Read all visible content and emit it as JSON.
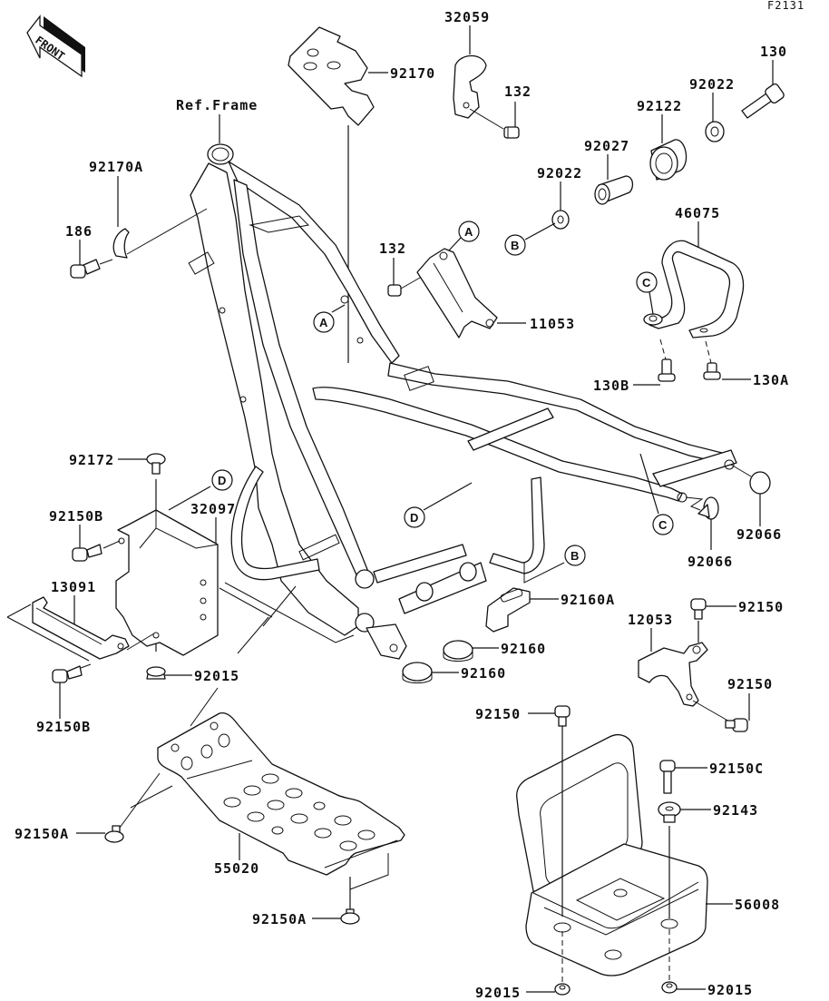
{
  "diagram": {
    "code": "F2131",
    "front_label": "FRONT",
    "ref_frame": "Ref.Frame",
    "callouts": {
      "A": "A",
      "B": "B",
      "C": "C",
      "D": "D"
    },
    "parts": {
      "p92170": "92170",
      "p32059": "32059",
      "p132_top": "132",
      "p130": "130",
      "p92022_top": "92022",
      "p92122": "92122",
      "p92027": "92027",
      "p92022_mid": "92022",
      "p46075": "46075",
      "p92170A": "92170A",
      "p186": "186",
      "p132_mid": "132",
      "p11053": "11053",
      "p130B": "130B",
      "p130A": "130A",
      "p92172": "92172",
      "p32097": "32097",
      "p92150B_top": "92150B",
      "p13091": "13091",
      "p92150B_bot": "92150B",
      "p92015_left": "92015",
      "p92066_right": "92066",
      "p92066_left": "92066",
      "p92160A": "92160A",
      "p92150_r1": "92150",
      "p12053": "12053",
      "p92160_a": "92160",
      "p92160_b": "92160",
      "p92150_r2": "92150",
      "p92150_box": "92150",
      "p92150C": "92150C",
      "p92143": "92143",
      "p56008": "56008",
      "p92150A_left": "92150A",
      "p55020": "55020",
      "p92150A_bot": "92150A",
      "p92015_bl": "92015",
      "p92015_br": "92015"
    }
  }
}
